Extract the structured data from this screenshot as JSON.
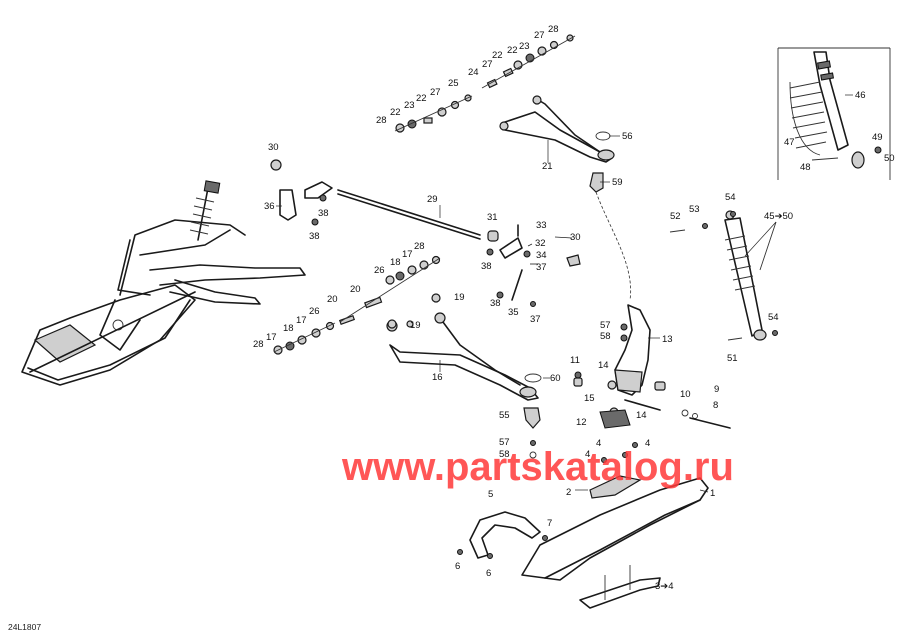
{
  "watermark": "www.partskatalog.ru",
  "diagram_code": "24L1807",
  "callouts": [
    {
      "id": "c28a",
      "text": "28"
    },
    {
      "id": "c27a",
      "text": "27"
    },
    {
      "id": "c22a",
      "text": "22"
    },
    {
      "id": "c23a",
      "text": "23"
    },
    {
      "id": "c22b",
      "text": "22"
    },
    {
      "id": "c27b",
      "text": "27"
    },
    {
      "id": "c24",
      "text": "24"
    },
    {
      "id": "c25",
      "text": "25"
    },
    {
      "id": "c27c",
      "text": "27"
    },
    {
      "id": "c22c",
      "text": "22"
    },
    {
      "id": "c23b",
      "text": "23"
    },
    {
      "id": "c22d",
      "text": "22"
    },
    {
      "id": "c28b",
      "text": "28"
    },
    {
      "id": "c56",
      "text": "56"
    },
    {
      "id": "c21",
      "text": "21"
    },
    {
      "id": "c59",
      "text": "59"
    },
    {
      "id": "c30a",
      "text": "30"
    },
    {
      "id": "c36",
      "text": "36"
    },
    {
      "id": "c38a",
      "text": "38"
    },
    {
      "id": "c38b",
      "text": "38"
    },
    {
      "id": "c29",
      "text": "29"
    },
    {
      "id": "c31",
      "text": "31"
    },
    {
      "id": "c33",
      "text": "33"
    },
    {
      "id": "c32",
      "text": "32"
    },
    {
      "id": "c38c",
      "text": "38"
    },
    {
      "id": "c34",
      "text": "34"
    },
    {
      "id": "c37a",
      "text": "37"
    },
    {
      "id": "c30b",
      "text": "30"
    },
    {
      "id": "c38d",
      "text": "38"
    },
    {
      "id": "c35",
      "text": "35"
    },
    {
      "id": "c37b",
      "text": "37"
    },
    {
      "id": "c28c",
      "text": "28"
    },
    {
      "id": "c17a",
      "text": "17"
    },
    {
      "id": "c18a",
      "text": "18"
    },
    {
      "id": "c26a",
      "text": "26"
    },
    {
      "id": "c20a",
      "text": "20"
    },
    {
      "id": "c19a",
      "text": "19"
    },
    {
      "id": "c20b",
      "text": "20"
    },
    {
      "id": "c26b",
      "text": "26"
    },
    {
      "id": "c17b",
      "text": "17"
    },
    {
      "id": "c18b",
      "text": "18"
    },
    {
      "id": "c17c",
      "text": "17"
    },
    {
      "id": "c28d",
      "text": "28"
    },
    {
      "id": "c19b",
      "text": "19"
    },
    {
      "id": "c16",
      "text": "16"
    },
    {
      "id": "c60",
      "text": "60"
    },
    {
      "id": "c55",
      "text": "55"
    },
    {
      "id": "c57a",
      "text": "57"
    },
    {
      "id": "c58a",
      "text": "58"
    },
    {
      "id": "c57b",
      "text": "57"
    },
    {
      "id": "c58b",
      "text": "58"
    },
    {
      "id": "c13",
      "text": "13"
    },
    {
      "id": "c11",
      "text": "11"
    },
    {
      "id": "c14a",
      "text": "14"
    },
    {
      "id": "c15",
      "text": "15"
    },
    {
      "id": "c9",
      "text": "9"
    },
    {
      "id": "c10",
      "text": "10"
    },
    {
      "id": "c8",
      "text": "8"
    },
    {
      "id": "c14b",
      "text": "14"
    },
    {
      "id": "c12",
      "text": "12"
    },
    {
      "id": "c4a",
      "text": "4"
    },
    {
      "id": "c4b",
      "text": "4"
    },
    {
      "id": "c4c",
      "text": "4"
    },
    {
      "id": "c2",
      "text": "2"
    },
    {
      "id": "c1",
      "text": "1"
    },
    {
      "id": "c3to4",
      "text": "3➔4"
    },
    {
      "id": "c5",
      "text": "5"
    },
    {
      "id": "c7",
      "text": "7"
    },
    {
      "id": "c6a",
      "text": "6"
    },
    {
      "id": "c6b",
      "text": "6"
    },
    {
      "id": "c46",
      "text": "46"
    },
    {
      "id": "c47",
      "text": "47"
    },
    {
      "id": "c49",
      "text": "49"
    },
    {
      "id": "c50",
      "text": "50"
    },
    {
      "id": "c48",
      "text": "48"
    },
    {
      "id": "c45to50",
      "text": "45➔50"
    },
    {
      "id": "c54a",
      "text": "54"
    },
    {
      "id": "c52",
      "text": "52"
    },
    {
      "id": "c53",
      "text": "53"
    },
    {
      "id": "c54b",
      "text": "54"
    },
    {
      "id": "c51",
      "text": "51"
    }
  ]
}
